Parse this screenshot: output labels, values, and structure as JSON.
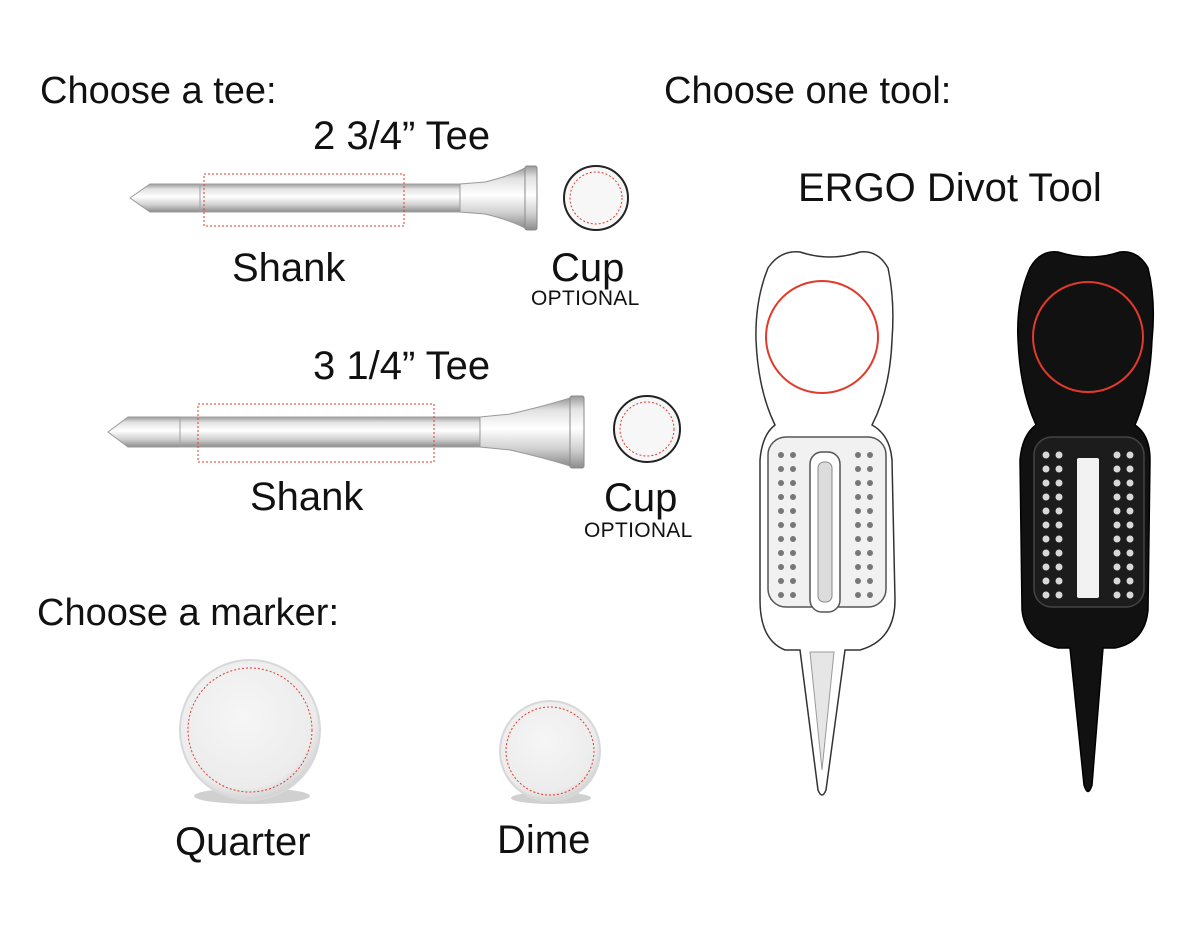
{
  "tee_section": {
    "heading": "Choose a tee:",
    "options": [
      {
        "title": "2 3/4” Tee",
        "shank_label": "Shank",
        "cup_label": "Cup",
        "cup_note": "OPTIONAL"
      },
      {
        "title": "3 1/4” Tee",
        "shank_label": "Shank",
        "cup_label": "Cup",
        "cup_note": "OPTIONAL"
      }
    ]
  },
  "tool_section": {
    "heading": "Choose one tool:",
    "tool_name": "ERGO Divot Tool"
  },
  "marker_section": {
    "heading": "Choose a marker:",
    "options": [
      {
        "label": "Quarter"
      },
      {
        "label": "Dime"
      }
    ]
  },
  "colors": {
    "imprint_outline": "#e23a2a",
    "tool_white": "#ffffff",
    "tool_black": "#111111",
    "tee_metal": "#d8d8d8"
  }
}
